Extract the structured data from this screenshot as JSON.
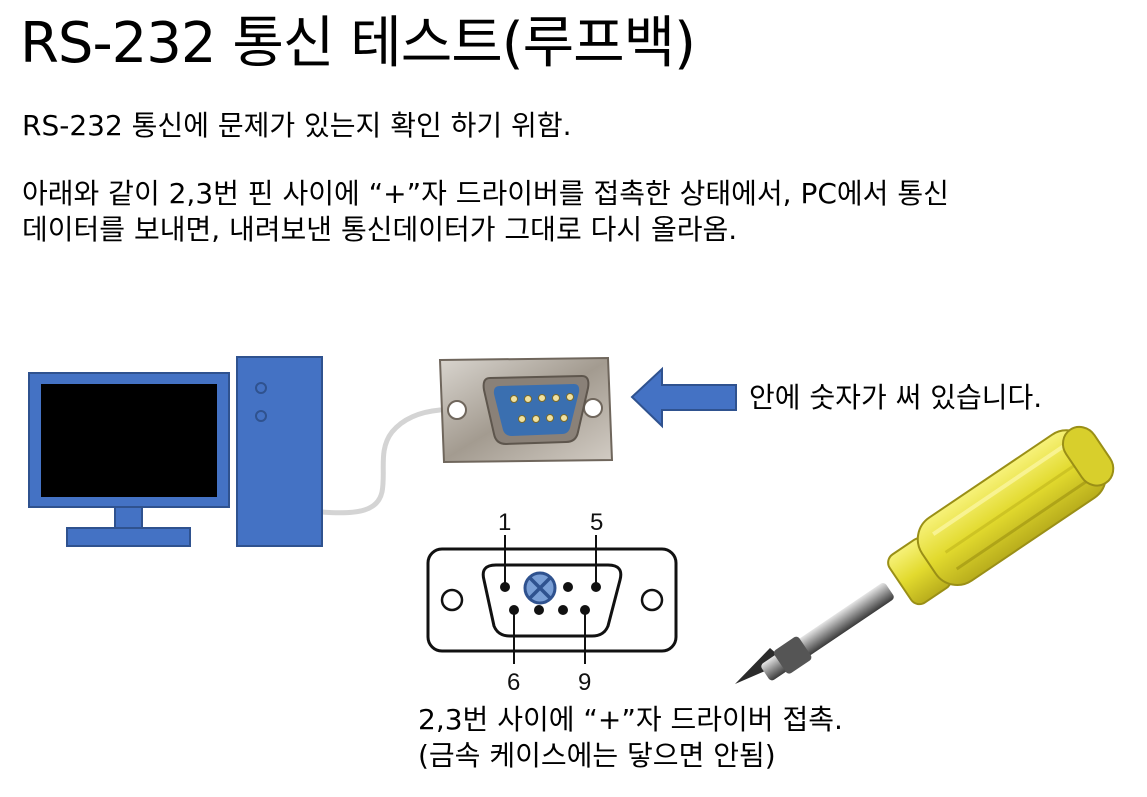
{
  "title": "RS-232 통신 테스트(루프백)",
  "intro": "RS-232 통신에 문제가 있는지 확인 하기 위함.",
  "instructions": [
    "아래와 같이 2,3번 핀 사이에 “+”자 드라이버를 접촉한 상태에서, PC에서 통신",
    "데이터를 보내면, 내려보낸 통신데이터가 그대로 다시 올라옴."
  ],
  "callout": "안에 숫자가 써 있습니다.",
  "pin_labels": {
    "top_left": "1",
    "top_right": "5",
    "bottom_left": "6",
    "bottom_right": "9"
  },
  "note": [
    "2,3번 사이에 “+”자 드라이버 접촉.",
    "(금속 케이스에는 닿으면 안됨)"
  ],
  "icons": {
    "computer": "desktop-computer-icon",
    "connector_photo": "db9-connector-icon",
    "arrow": "left-arrow-icon",
    "pinout": "db9-pinout-diagram",
    "short_mark": "x-circle-icon",
    "screwdriver": "screwdriver-icon"
  },
  "colors": {
    "computer_fill": "#4472C4",
    "computer_stroke": "#2F528F",
    "screen": "#000000",
    "arrow_fill": "#4472C4",
    "screwdriver_handle": "#E8E03A",
    "connector_blue": "#3A6FB0"
  }
}
